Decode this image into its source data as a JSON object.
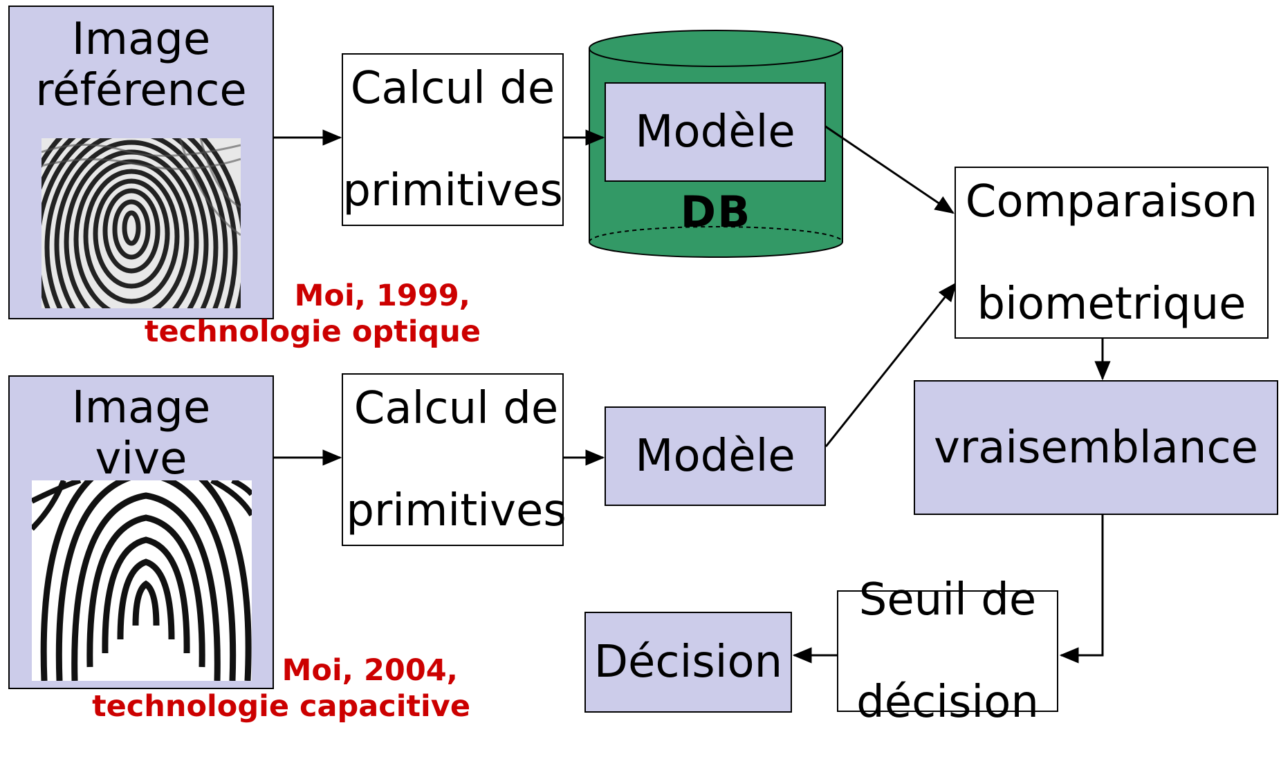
{
  "nodes": {
    "image_reference": {
      "line1": "Image",
      "line2": "référence"
    },
    "image_live": {
      "line1": "Image",
      "line2": "vive"
    },
    "calc_top": {
      "line1": "Calcul de",
      "line2": "primitives"
    },
    "calc_bottom": {
      "line1": "Calcul de",
      "line2": "primitives"
    },
    "model_db": "Modèle",
    "db_label": "DB",
    "model_live": "Modèle",
    "comparison": {
      "line1": "Comparaison",
      "line2": "biometrique"
    },
    "likelihood": "vraisemblance",
    "threshold": {
      "line1": "Seuil de",
      "line2": "décision"
    },
    "decision": "Décision"
  },
  "captions": {
    "reference": {
      "line1": "Moi, 1999,",
      "line2": "technologie optique"
    },
    "live": {
      "line1": "Moi, 2004,",
      "line2": "technologie capacitive"
    }
  },
  "colors": {
    "box_fill": "#ccccea",
    "db_fill": "#339966",
    "caption_red": "#cc0000",
    "line": "#000000"
  },
  "icons": {
    "reference_fingerprint": "fingerprint-optical-image",
    "live_fingerprint": "fingerprint-capacitive-image",
    "database": "cylinder-database-icon"
  }
}
